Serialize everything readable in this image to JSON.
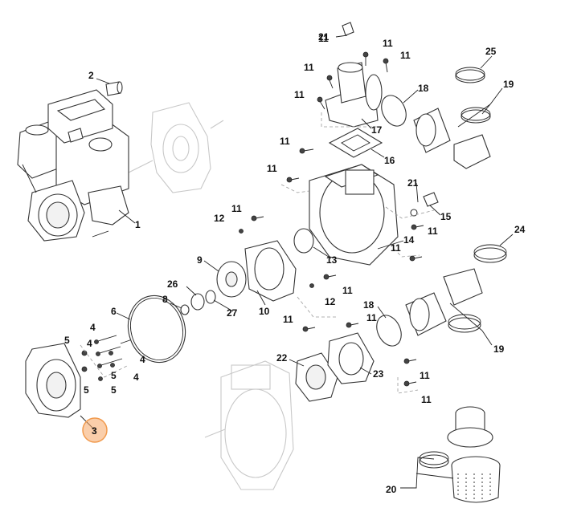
{
  "diagram": {
    "highlight_color": "#f6a565",
    "callouts": [
      {
        "id": "c1",
        "text": "1"
      },
      {
        "id": "c2",
        "text": "2"
      },
      {
        "id": "c3",
        "text": "3"
      },
      {
        "id": "c4a",
        "text": "4"
      },
      {
        "id": "c4b",
        "text": "4"
      },
      {
        "id": "c4c",
        "text": "4"
      },
      {
        "id": "c4d",
        "text": "4"
      },
      {
        "id": "c5a",
        "text": "5"
      },
      {
        "id": "c5b",
        "text": "5"
      },
      {
        "id": "c5c",
        "text": "5"
      },
      {
        "id": "c5d",
        "text": "5"
      },
      {
        "id": "c6",
        "text": "6"
      },
      {
        "id": "c8",
        "text": "8"
      },
      {
        "id": "c9",
        "text": "9"
      },
      {
        "id": "c10",
        "text": "10"
      },
      {
        "id": "c11a",
        "text": "11"
      },
      {
        "id": "c11b",
        "text": "11"
      },
      {
        "id": "c11c",
        "text": "11"
      },
      {
        "id": "c11d",
        "text": "11"
      },
      {
        "id": "c11e",
        "text": "11"
      },
      {
        "id": "c11f",
        "text": "11"
      },
      {
        "id": "c11g",
        "text": "11"
      },
      {
        "id": "c11h",
        "text": "11"
      },
      {
        "id": "c11i",
        "text": "11"
      },
      {
        "id": "c11j",
        "text": "11"
      },
      {
        "id": "c11k",
        "text": "11"
      },
      {
        "id": "c11l",
        "text": "11"
      },
      {
        "id": "c11m",
        "text": "11"
      },
      {
        "id": "c11n",
        "text": "11"
      },
      {
        "id": "c11o",
        "text": "11"
      },
      {
        "id": "c12a",
        "text": "12"
      },
      {
        "id": "c12b",
        "text": "12"
      },
      {
        "id": "c13",
        "text": "13"
      },
      {
        "id": "c14",
        "text": "14"
      },
      {
        "id": "c15",
        "text": "15"
      },
      {
        "id": "c16",
        "text": "16"
      },
      {
        "id": "c17",
        "text": "17"
      },
      {
        "id": "c18a",
        "text": "18"
      },
      {
        "id": "c18b",
        "text": "18"
      },
      {
        "id": "c19a",
        "text": "19"
      },
      {
        "id": "c19b",
        "text": "19"
      },
      {
        "id": "c20",
        "text": "20"
      },
      {
        "id": "c21a",
        "text": "21"
      },
      {
        "id": "c21b",
        "text": "21"
      },
      {
        "id": "c22",
        "text": "22"
      },
      {
        "id": "c23",
        "text": "23"
      },
      {
        "id": "c24",
        "text": "24"
      },
      {
        "id": "c25",
        "text": "25"
      },
      {
        "id": "c26",
        "text": "26"
      },
      {
        "id": "c27",
        "text": "27"
      }
    ]
  }
}
